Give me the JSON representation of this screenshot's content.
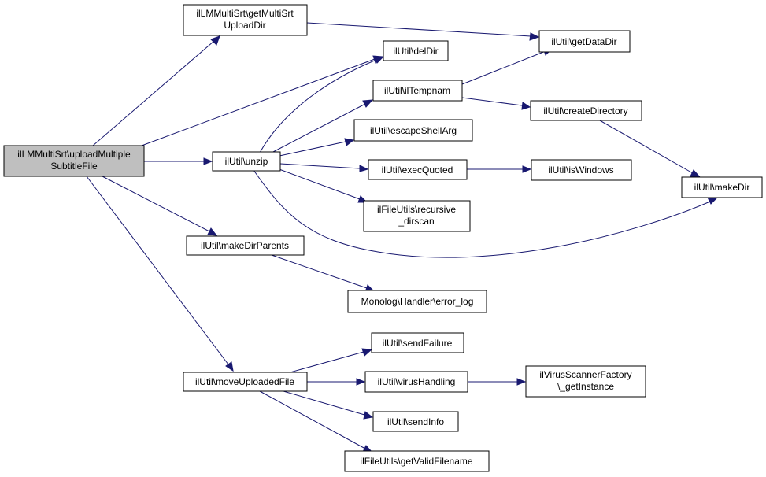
{
  "colors": {
    "edge": "#191970",
    "root_fill": "#bfbfbf",
    "node_fill": "#ffffff",
    "node_border": "#000000"
  },
  "nodes": {
    "root": [
      "ilLMMultiSrt\\uploadMultiple",
      "SubtitleFile"
    ],
    "get_multi_srt_upload_dir": [
      "ilLMMultiSrt\\getMultiSrt",
      "UploadDir"
    ],
    "get_data_dir": [
      "ilUtil\\getDataDir"
    ],
    "del_dir": [
      "ilUtil\\delDir"
    ],
    "il_tempnam": [
      "ilUtil\\ilTempnam"
    ],
    "create_directory": [
      "ilUtil\\createDirectory"
    ],
    "escape_shell_arg": [
      "ilUtil\\escapeShellArg"
    ],
    "unzip": [
      "ilUtil\\unzip"
    ],
    "exec_quoted": [
      "ilUtil\\execQuoted"
    ],
    "is_windows": [
      "ilUtil\\isWindows"
    ],
    "make_dir": [
      "ilUtil\\makeDir"
    ],
    "recursive_dirscan": [
      "ilFileUtils\\recursive",
      "_dirscan"
    ],
    "make_dir_parents": [
      "ilUtil\\makeDirParents"
    ],
    "error_log": [
      "Monolog\\Handler\\error_log"
    ],
    "send_failure": [
      "ilUtil\\sendFailure"
    ],
    "move_uploaded_file": [
      "ilUtil\\moveUploadedFile"
    ],
    "virus_handling": [
      "ilUtil\\virusHandling"
    ],
    "virus_scanner_get_instance": [
      "ilVirusScannerFactory",
      "\\_getInstance"
    ],
    "send_info": [
      "ilUtil\\sendInfo"
    ],
    "get_valid_filename": [
      "ilFileUtils\\getValidFilename"
    ]
  }
}
